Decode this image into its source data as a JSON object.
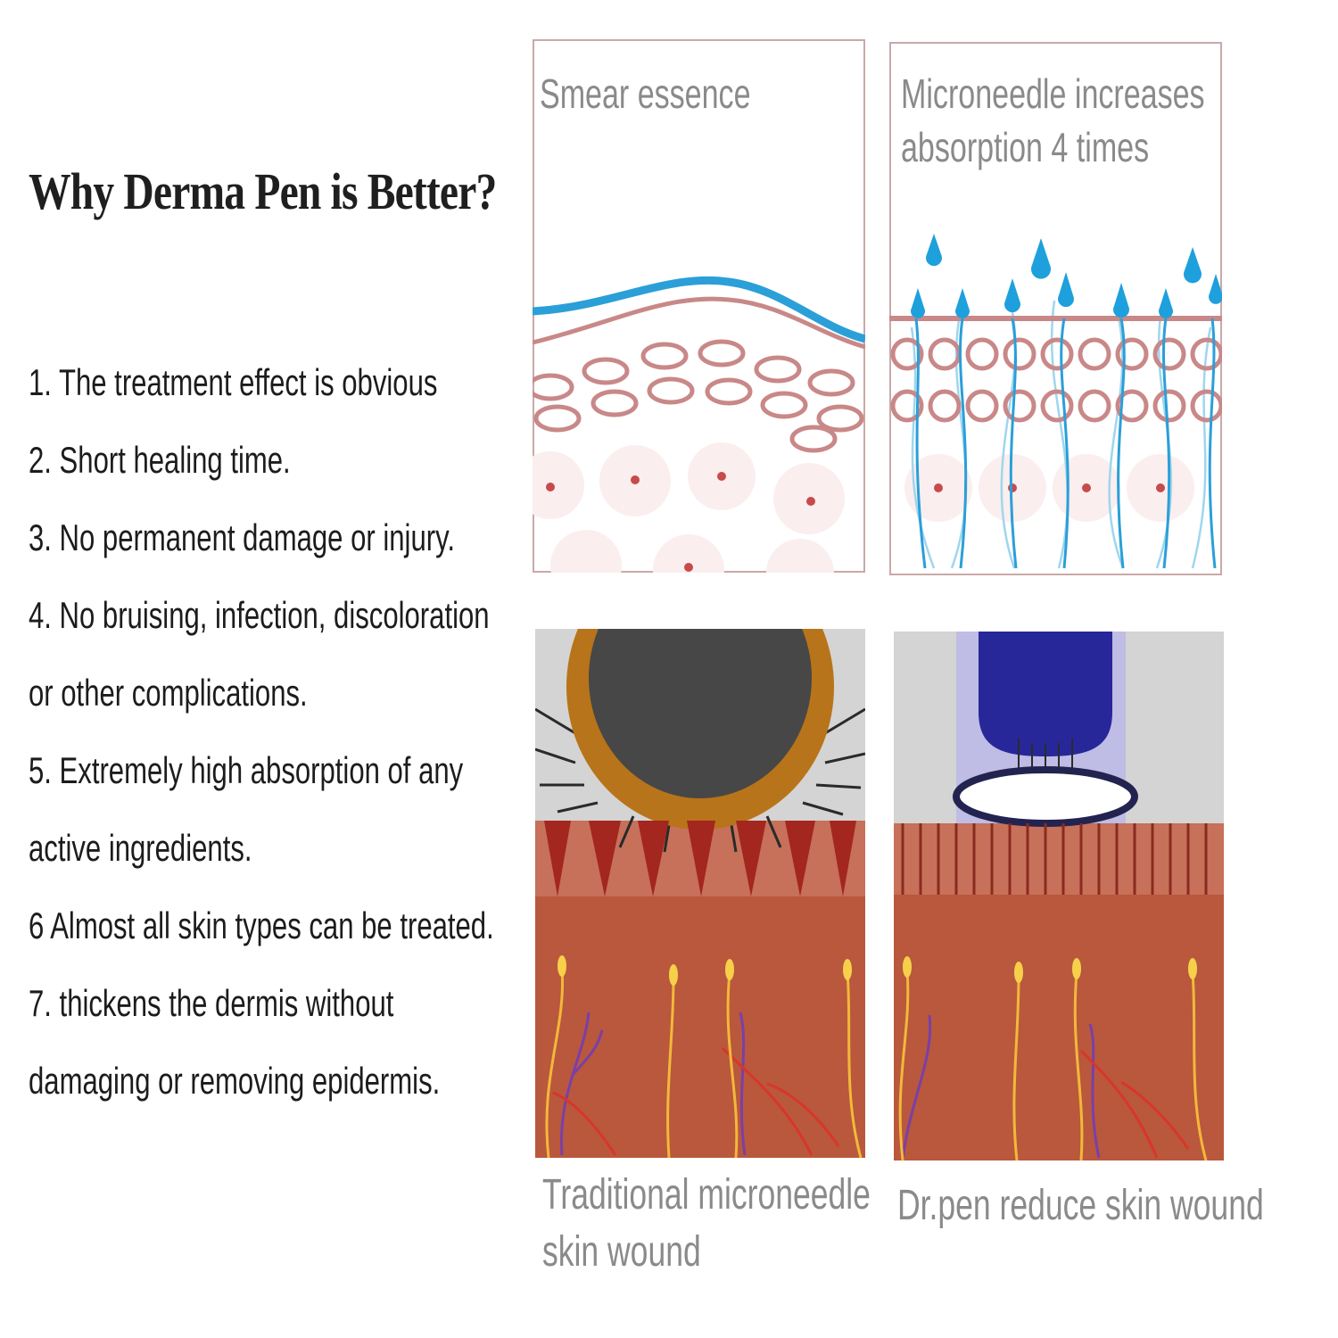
{
  "title": "Why Derma Pen is Better?",
  "benefits": [
    "1. The treatment effect is obvious",
    "2. Short healing time.",
    "3. No permanent damage or injury.",
    "4. No bruising, infection, discoloration",
    "or other complications.",
    "5. Extremely high absorption of any",
    "active ingredients.",
    "6 Almost all skin types can be treated.",
    "7. thickens the dermis without",
    "damaging or removing epidermis."
  ],
  "panels": {
    "smear": {
      "caption": "Smear essence"
    },
    "microneedle": {
      "caption_line1": "Microneedle increases",
      "caption_line2": "absorption 4 times"
    },
    "traditional": {
      "caption_line1": "Traditional microneedle",
      "caption_line2": "skin wound"
    },
    "drpen": {
      "caption": "Dr.pen reduce skin wound"
    }
  },
  "colors": {
    "essence_blue": "#2b9fd8",
    "drop_blue": "#1ea0dd",
    "cell_outline": "#c98888",
    "skin_brown": "#b9583c",
    "nerve_yellow": "#f2b83a",
    "vein_purple": "#7a3fa8",
    "artery_red": "#d8362a",
    "pen_blue": "#27279a"
  }
}
